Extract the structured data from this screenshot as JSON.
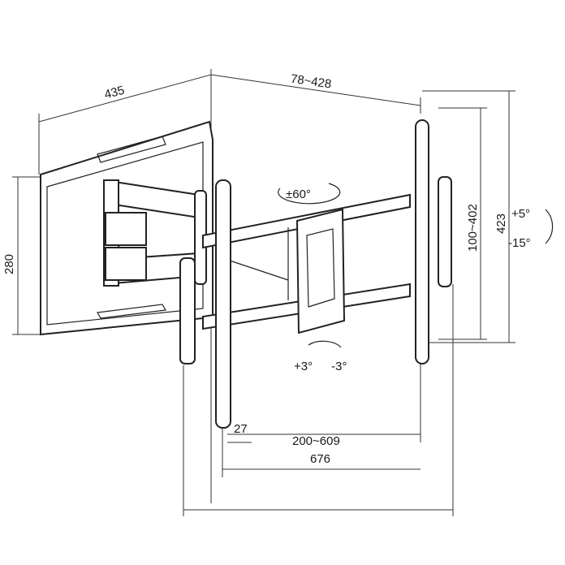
{
  "title": "Full-motion TV wall mount dimension drawing",
  "dimensions": {
    "wall_plate_width": "435",
    "extension_range": "78~428",
    "wall_plate_height": "280",
    "swivel": "±60°",
    "overall_height": "423",
    "vesa_vertical": "100~402",
    "tilt_up": "+5°",
    "tilt_down": "-15°",
    "rotate_plus": "+3°",
    "rotate_minus": "-3°",
    "rail_offset": "27",
    "vesa_horizontal": "200~609",
    "overall_width": "676"
  },
  "colors": {
    "line": "#222222",
    "background": "#ffffff"
  }
}
